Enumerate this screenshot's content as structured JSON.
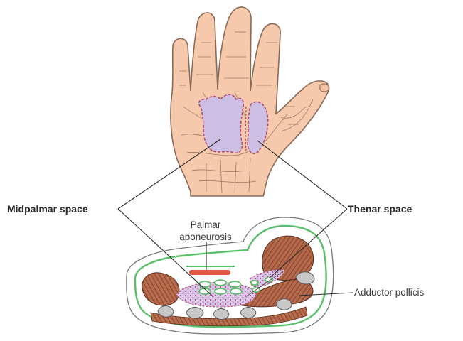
{
  "labels": {
    "midpalmar": "Midpalmar space",
    "thenar": "Thenar space",
    "palmar_line1": "Palmar",
    "palmar_line2": "aponeurosis",
    "adductor": "Adductor pollicis"
  },
  "colors": {
    "skin": "#f7c9ac",
    "skin_outline": "#8a6a55",
    "space_fill": "#cdbfe3",
    "space_outline": "#b0486a",
    "muscle": "#b5694a",
    "fascia_green": "#5bbf6a",
    "aponeurosis_red": "#e05a45",
    "leader_line": "#2b2b2b"
  }
}
